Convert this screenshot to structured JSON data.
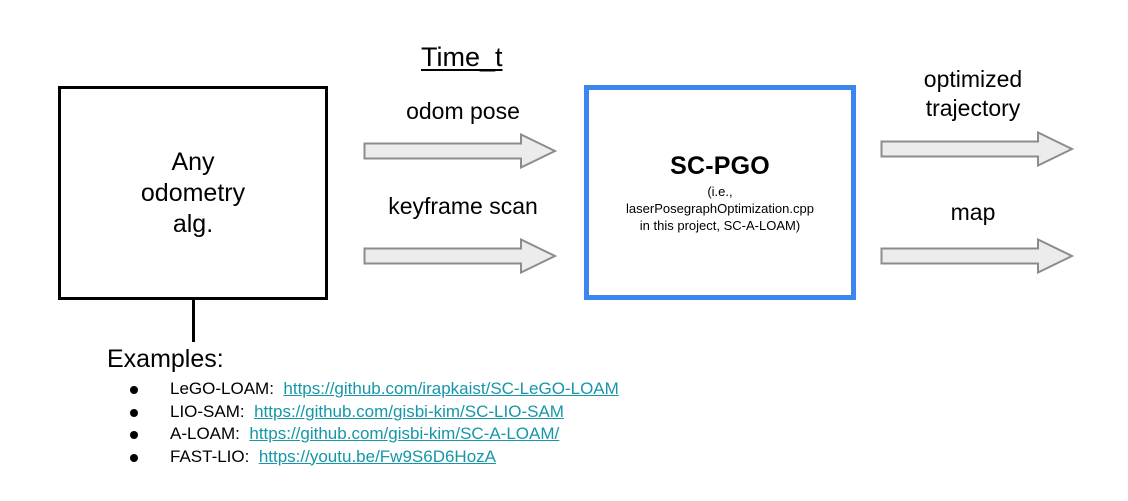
{
  "diagram": {
    "title": "Time_t",
    "accent_blue": "#3b86ef",
    "link_color": "#1597a8",
    "arrow_fill": "#ececec",
    "arrow_stroke": "#8c8c8c"
  },
  "nodes": {
    "odometry": {
      "label": "Any\nodometry\nalg."
    },
    "pgo": {
      "title": "SC-PGO",
      "subtitle": "(i.e.,\nlaserPosegraphOptimization.cpp\nin this project, SC-A-LOAM)"
    }
  },
  "arrows": [
    {
      "name": "odom-pose",
      "label": "odom pose"
    },
    {
      "name": "keyframe-scan",
      "label": "keyframe scan"
    },
    {
      "name": "optimized-trajectory",
      "label": "optimized\ntrajectory"
    },
    {
      "name": "map",
      "label": "map"
    }
  ],
  "examples": {
    "heading": "Examples:",
    "items": [
      {
        "name": "LeGO-LOAM:",
        "url": "https://github.com/irapkaist/SC-LeGO-LOAM"
      },
      {
        "name": "LIO-SAM:",
        "url": "https://github.com/gisbi-kim/SC-LIO-SAM"
      },
      {
        "name": "A-LOAM:",
        "url": "https://github.com/gisbi-kim/SC-A-LOAM/"
      },
      {
        "name": "FAST-LIO:",
        "url": "https://youtu.be/Fw9S6D6HozA"
      }
    ]
  }
}
